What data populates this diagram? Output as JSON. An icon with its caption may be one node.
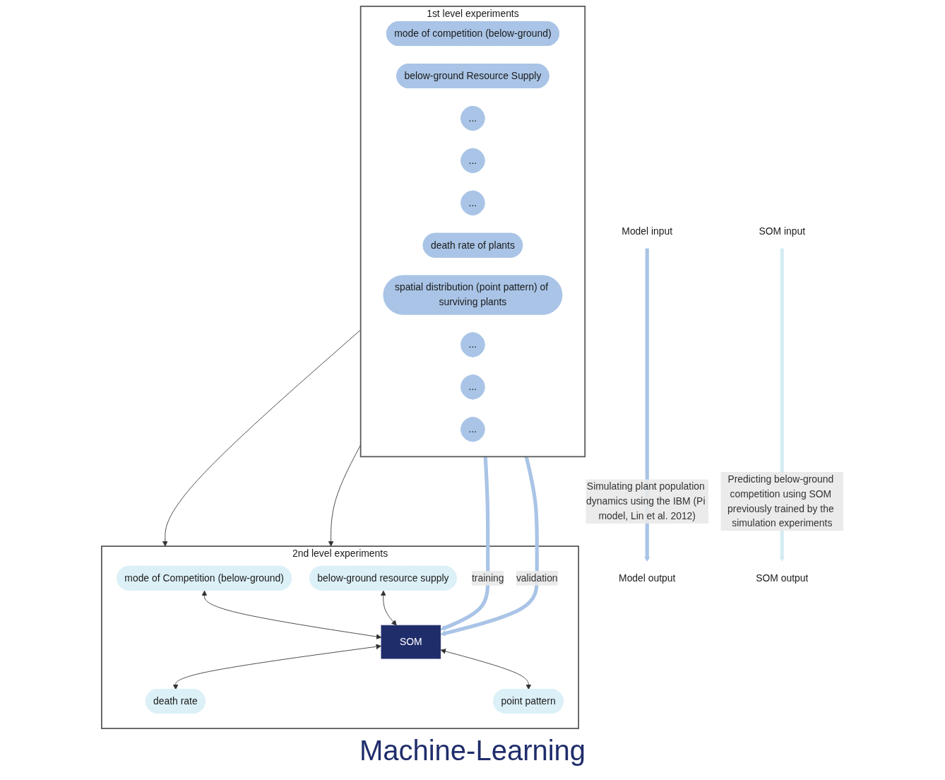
{
  "diagram": {
    "nodes": [
      {
        "text": [
          "Model input"
        ]
      },
      {
        "text": [
          "Model output"
        ]
      },
      {
        "text": [
          "1st level experiments"
        ]
      },
      {
        "text": [
          "mode of competition (below-ground)"
        ],
        "in": 2
      },
      {
        "text": [
          "below-ground Resource Supply"
        ],
        "in": 2
      },
      {
        "text": [
          "..."
        ],
        "in": 2
      },
      {
        "text": [
          "..."
        ],
        "in": 2
      },
      {
        "text": [
          "..."
        ],
        "in": 2
      },
      {
        "text": [
          "death rate of plants"
        ],
        "in": 2
      },
      {
        "text": [
          "spatial distribution (point pattern) of surviving plants"
        ],
        "in": 2
      },
      {
        "text": [
          "..."
        ],
        "in": 2
      },
      {
        "text": [
          "..."
        ],
        "in": 2
      },
      {
        "text": [
          "..."
        ],
        "in": 2
      },
      {
        "text": [
          "2nd level experiments"
        ]
      },
      {
        "text": [
          "mode of Competition (below-ground)"
        ],
        "in": 13
      },
      {
        "text": [
          "below-ground resource supply"
        ],
        "in": 13
      },
      {
        "text": [
          "SOM"
        ],
        "in": 13
      },
      {
        "text": [
          "death rate"
        ],
        "in": 13
      },
      {
        "text": [
          "point pattern"
        ],
        "in": 13
      },
      {
        "text": [
          "SOM output"
        ]
      },
      {
        "text": [
          "SOM input"
        ]
      }
    ],
    "edges": [
      {
        "from": 0,
        "to": 1,
        "arrow": "to",
        "label": "Simulating plant population dynamics using the IBM (Pi model, Lin et al. 2012)",
        "style": "thick",
        "color": "#a9c4e6"
      },
      {
        "from": 2,
        "to": 16,
        "arrow": "to",
        "label": "training",
        "style": "thick",
        "color": "#a9c4e6"
      },
      {
        "from": 2,
        "to": 16,
        "arrow": "to",
        "label": "validation",
        "style": "thick",
        "color": "#a9c4e6"
      },
      {
        "from": 2,
        "to": 13,
        "arrow": "to"
      },
      {
        "from": 2,
        "to": 13,
        "arrow": "to"
      },
      {
        "from": 14,
        "to": 16,
        "arrow": "both"
      },
      {
        "from": 15,
        "to": 16,
        "arrow": "both"
      },
      {
        "from": 16,
        "to": 17,
        "arrow": "both"
      },
      {
        "from": 16,
        "to": 18,
        "arrow": "both"
      },
      {
        "from": 20,
        "to": 19,
        "arrow": "to",
        "label": "Predicting below-ground competition using SOM previously trained by the simulation experiments",
        "style": "thick",
        "color": "#d6ecf5"
      }
    ],
    "labels": [
      "Machine-Learning"
    ]
  }
}
